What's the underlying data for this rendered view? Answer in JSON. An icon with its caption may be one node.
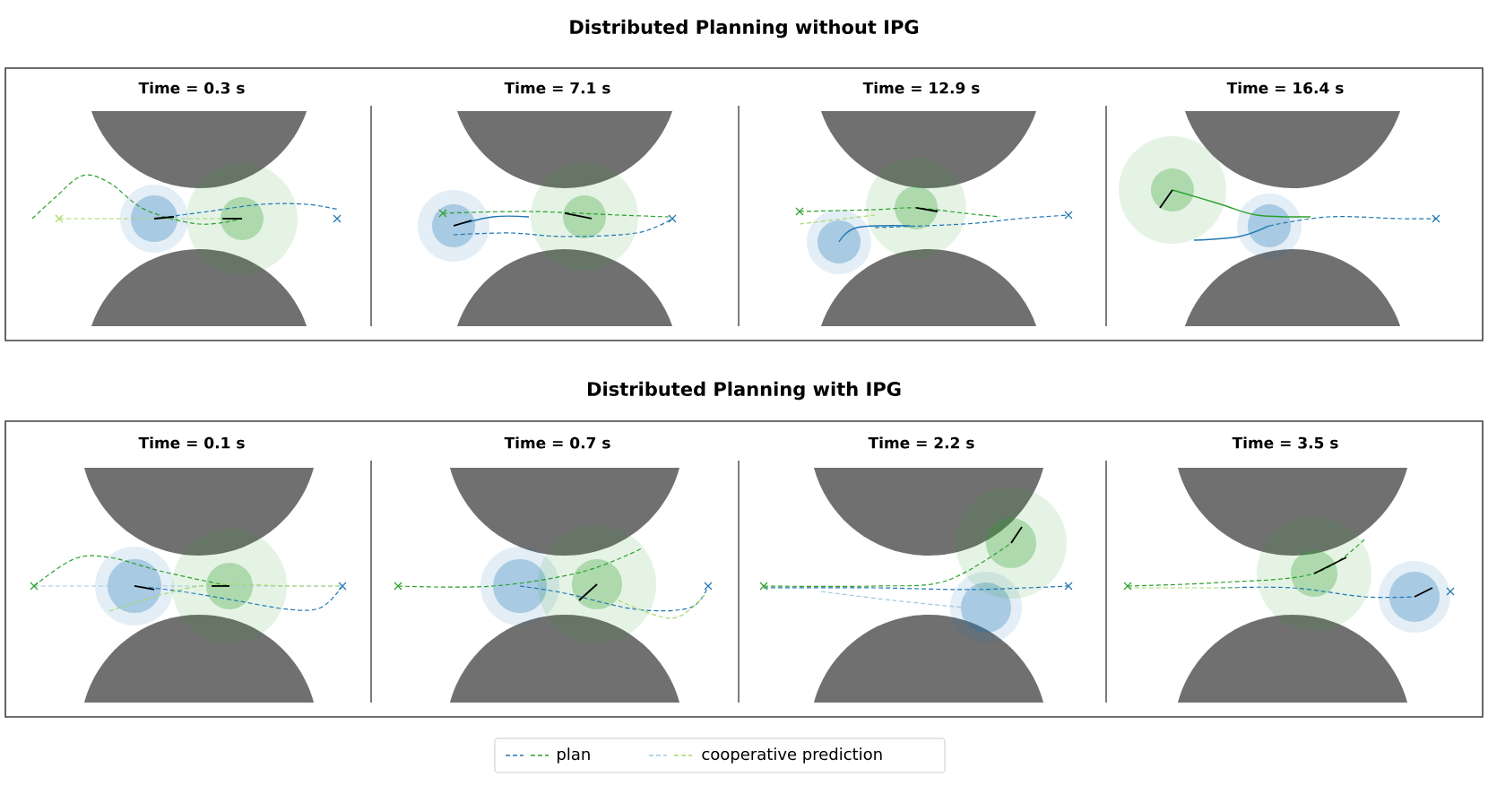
{
  "diagram": {
    "labels": [
      "Distributed Planning without IPG",
      "Time = 0.3 s",
      "Time = 7.1 s",
      "Time = 12.9 s",
      "Time = 16.4 s",
      "Distributed Planning with IPG",
      "Time = 0.1 s",
      "Time = 0.7 s",
      "Time = 2.2 s",
      "Time = 3.5 s"
    ],
    "legend": [
      {
        "text": "plan"
      },
      {
        "text": "cooperative prediction"
      }
    ]
  }
}
